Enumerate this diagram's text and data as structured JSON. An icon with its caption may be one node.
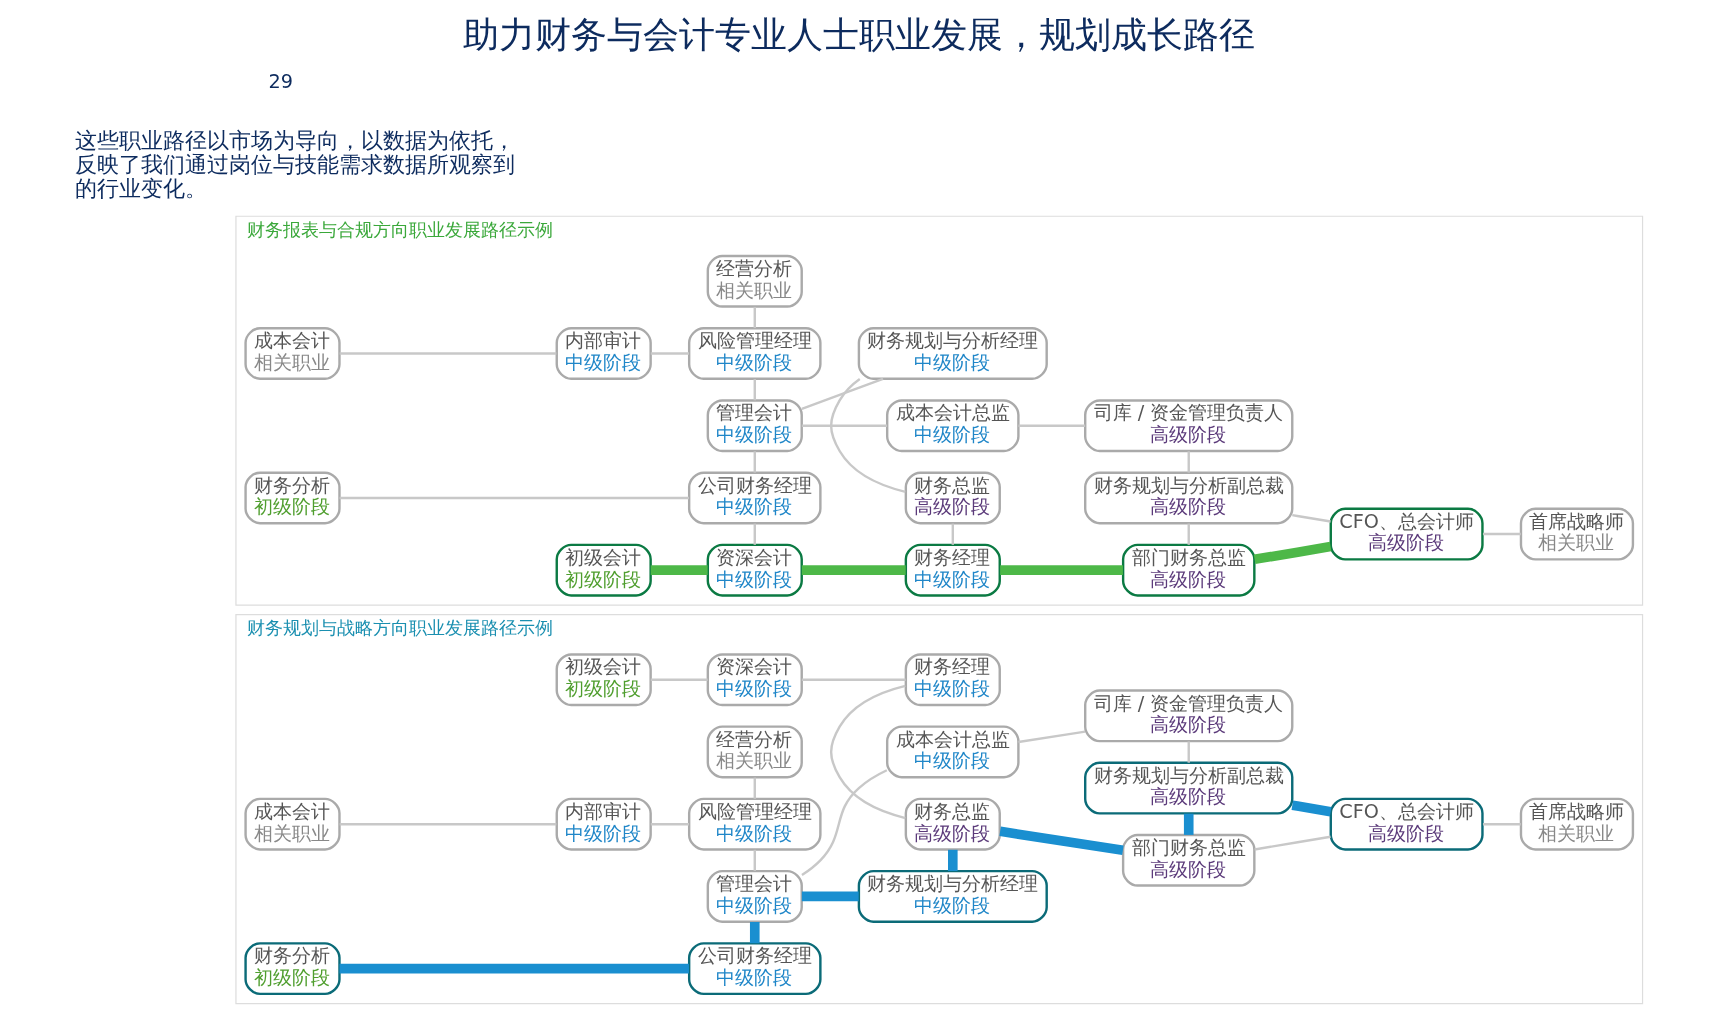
{
  "diagram": {
    "title": "助力财务与会计专业人士职业发展，规划成长路径",
    "nodes": [
      {
        "text": [
          "财务规划与战略方向职业发展路径示例"
        ]
      },
      {
        "text": [
          "初级会计",
          "初级阶段"
        ],
        "in": 0
      },
      {
        "text": [
          "资深会计",
          "中级阶段"
        ],
        "in": 0
      },
      {
        "text": [
          "财务经理",
          "中级阶段"
        ],
        "in": 0
      },
      {
        "text": [
          "财务分析",
          "初级阶段"
        ],
        "in": 0
      },
      {
        "text": [
          "公司财务经理",
          "中级阶段"
        ],
        "in": 0
      },
      {
        "text": [
          "财务总监",
          "高级阶段"
        ],
        "in": 0
      },
      {
        "text": [
          "管理会计",
          "中级阶段"
        ],
        "in": 0
      },
      {
        "text": [
          "财务规划与分析经理",
          "中级阶段"
        ],
        "in": 0
      },
      {
        "text": [
          "部门财务总监",
          "高级阶段"
        ],
        "in": 0
      },
      {
        "text": [
          "财务规划与分析副总裁",
          "高级阶段"
        ],
        "in": 0
      },
      {
        "text": [
          "CFO、总会计师",
          "高级阶段"
        ],
        "in": 0
      },
      {
        "text": [
          "首席战略师",
          "相关职业"
        ],
        "in": 0
      },
      {
        "text": [
          "成本会计",
          "相关职业"
        ],
        "in": 0
      },
      {
        "text": [
          "内部审计",
          "中级阶段"
        ],
        "in": 0
      },
      {
        "text": [
          "风险管理经理",
          "中级阶段"
        ],
        "in": 0
      },
      {
        "text": [
          "经营分析",
          "相关职业"
        ],
        "in": 0
      },
      {
        "text": [
          "成本会计总监",
          "中级阶段"
        ],
        "in": 0
      },
      {
        "text": [
          "司库 / 资金管理负责人",
          "高级阶段"
        ],
        "in": 0
      },
      {
        "text": [
          "财务报表与合规方向职业发展路径示例"
        ]
      },
      {
        "text": [
          "初级会计",
          "初级阶段"
        ],
        "in": 19
      },
      {
        "text": [
          "资深会计",
          "中级阶段"
        ],
        "in": 19
      },
      {
        "text": [
          "财务经理",
          "中级阶段"
        ],
        "in": 19
      },
      {
        "text": [
          "财务分析",
          "初级阶段"
        ],
        "in": 19
      },
      {
        "text": [
          "公司财务经理",
          "中级阶段"
        ],
        "in": 19
      },
      {
        "text": [
          "财务总监",
          "高级阶段"
        ],
        "in": 19
      },
      {
        "text": [
          "管理会计",
          "中级阶段"
        ],
        "in": 19
      },
      {
        "text": [
          "财务规划与分析经理",
          "中级阶段"
        ],
        "in": 19
      },
      {
        "text": [
          "部门财务总监",
          "高级阶段"
        ],
        "in": 19
      },
      {
        "text": [
          "财务规划与分析副总裁",
          "高级阶段"
        ],
        "in": 19
      },
      {
        "text": [
          "CFO、总会计师",
          "高级阶段"
        ],
        "in": 19
      },
      {
        "text": [
          "首席战略师",
          "相关职业"
        ],
        "in": 19
      },
      {
        "text": [
          "成本会计",
          "相关职业"
        ],
        "in": 19
      },
      {
        "text": [
          "内部审计",
          "中级阶段"
        ],
        "in": 19
      },
      {
        "text": [
          "风险管理经理",
          "中级阶段"
        ],
        "in": 19
      },
      {
        "text": [
          "经营分析",
          "相关职业"
        ],
        "in": 19
      },
      {
        "text": [
          "成本会计总监",
          "中级阶段"
        ],
        "in": 19
      },
      {
        "text": [
          "司库 / 资金管理负责人",
          "高级阶段"
        ],
        "in": 19
      }
    ],
    "edges": [
      {
        "from": 1,
        "to": 2,
        "arrow": "none"
      },
      {
        "from": 2,
        "to": 3,
        "arrow": "none"
      },
      {
        "from": 3,
        "to": 6,
        "arrow": "none"
      },
      {
        "from": 4,
        "to": 5,
        "arrow": "none",
        "style": "thick",
        "color": "#1a8fd0"
      },
      {
        "from": 5,
        "to": 7,
        "arrow": "none",
        "style": "thick",
        "color": "#1a8fd0"
      },
      {
        "from": 7,
        "to": 8,
        "arrow": "none",
        "style": "thick",
        "color": "#1a8fd0"
      },
      {
        "from": 8,
        "to": 6,
        "arrow": "none",
        "style": "thick",
        "color": "#1a8fd0"
      },
      {
        "from": 6,
        "to": 9,
        "arrow": "none",
        "style": "thick",
        "color": "#1a8fd0"
      },
      {
        "from": 9,
        "to": 10,
        "arrow": "none",
        "style": "thick",
        "color": "#1a8fd0"
      },
      {
        "from": 10,
        "to": 11,
        "arrow": "none",
        "style": "thick",
        "color": "#1a8fd0"
      },
      {
        "from": 9,
        "to": 11,
        "arrow": "none"
      },
      {
        "from": 11,
        "to": 12,
        "arrow": "none"
      },
      {
        "from": 10,
        "to": 18,
        "arrow": "none"
      },
      {
        "from": 7,
        "to": 15,
        "arrow": "none"
      },
      {
        "from": 15,
        "to": 16,
        "arrow": "none"
      },
      {
        "from": 13,
        "to": 14,
        "arrow": "none"
      },
      {
        "from": 14,
        "to": 15,
        "arrow": "none"
      },
      {
        "from": 17,
        "to": 18,
        "arrow": "none"
      },
      {
        "from": 7,
        "to": 17,
        "arrow": "none"
      },
      {
        "from": 20,
        "to": 21,
        "arrow": "none",
        "style": "thick",
        "color": "#4db848"
      },
      {
        "from": 21,
        "to": 22,
        "arrow": "none",
        "style": "thick",
        "color": "#4db848"
      },
      {
        "from": 22,
        "to": 28,
        "arrow": "none",
        "style": "thick",
        "color": "#4db848"
      },
      {
        "from": 28,
        "to": 30,
        "arrow": "none",
        "style": "thick",
        "color": "#4db848"
      },
      {
        "from": 21,
        "to": 24,
        "arrow": "none"
      },
      {
        "from": 23,
        "to": 24,
        "arrow": "none"
      },
      {
        "from": 24,
        "to": 26,
        "arrow": "none"
      },
      {
        "from": 26,
        "to": 34,
        "arrow": "none"
      },
      {
        "from": 34,
        "to": 35,
        "arrow": "none"
      },
      {
        "from": 32,
        "to": 33,
        "arrow": "none"
      },
      {
        "from": 33,
        "to": 34,
        "arrow": "none"
      },
      {
        "from": 26,
        "to": 27,
        "arrow": "none"
      },
      {
        "from": 25,
        "to": 27,
        "arrow": "none"
      },
      {
        "from": 22,
        "to": 25,
        "arrow": "none"
      },
      {
        "from": 28,
        "to": 29,
        "arrow": "none"
      },
      {
        "from": 29,
        "to": 30,
        "arrow": "none"
      },
      {
        "from": 30,
        "to": 31,
        "arrow": "none"
      },
      {
        "from": 29,
        "to": 37,
        "arrow": "none"
      },
      {
        "from": 36,
        "to": 37,
        "arrow": "none"
      },
      {
        "from": 26,
        "to": 36,
        "arrow": "none"
      }
    ],
    "labels": [
      "这些职业路径以市场为导向，以数据为依托，反映了我们通过岗位与技能需求数据所观察到的行业变化。",
      "29"
    ]
  }
}
